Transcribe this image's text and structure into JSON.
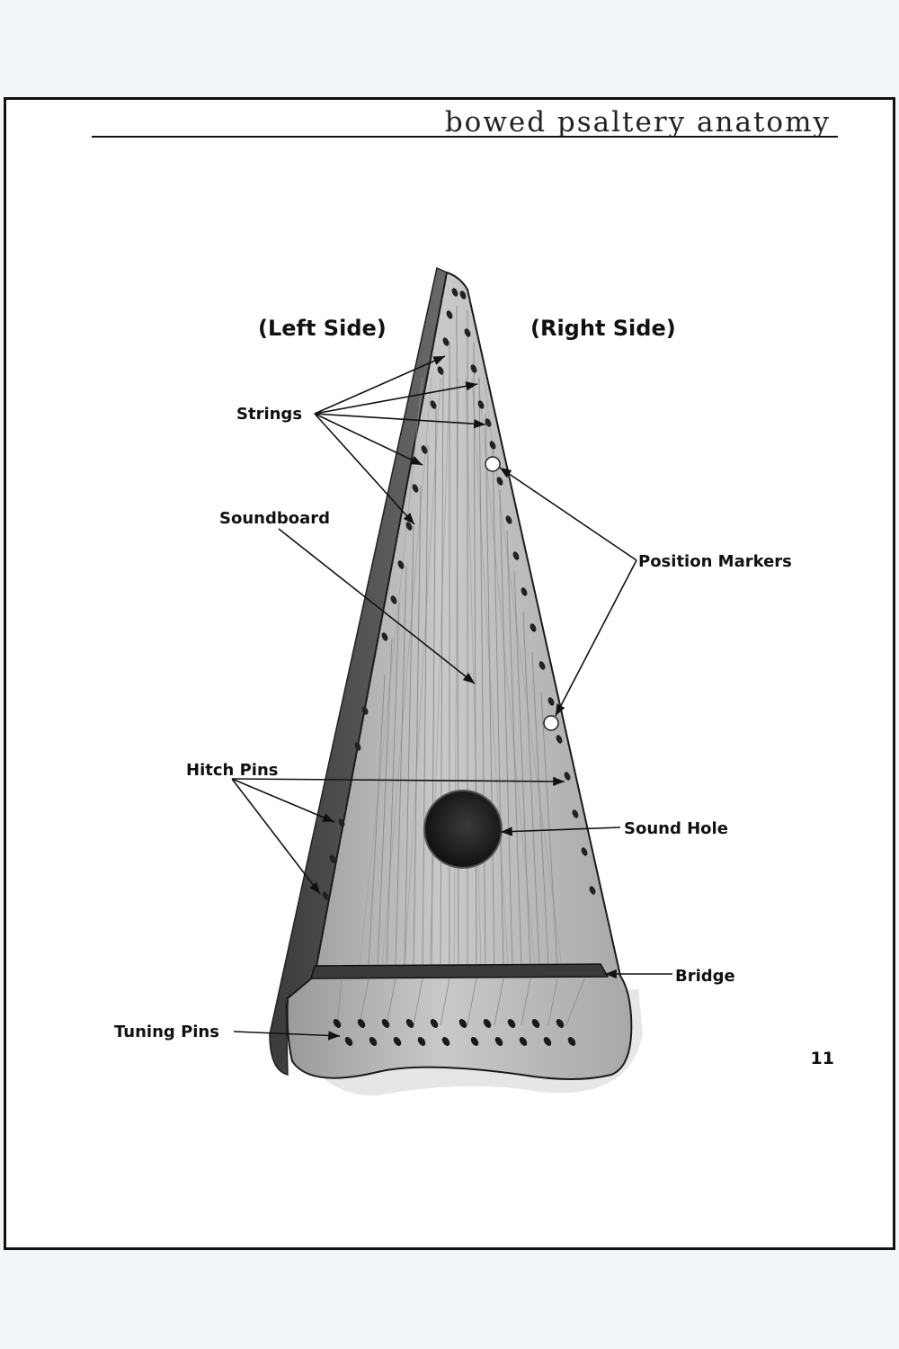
{
  "header": {
    "title": "bowed psaltery anatomy"
  },
  "diagram": {
    "left_side_label": "(Left Side)",
    "right_side_label": "(Right Side)",
    "labels": {
      "strings": "Strings",
      "soundboard": "Soundboard",
      "position_markers": "Position Markers",
      "hitch_pins": "Hitch Pins",
      "sound_hole": "Sound Hole",
      "bridge": "Bridge",
      "tuning_pins": "Tuning Pins"
    }
  },
  "footer": {
    "page_number": "11"
  },
  "colors": {
    "page_background": "#ffffff",
    "outer_background": "#f3f6f9",
    "soundboard": "#b7b7b7",
    "edge": "#4a4a4a",
    "text": "#111111"
  }
}
